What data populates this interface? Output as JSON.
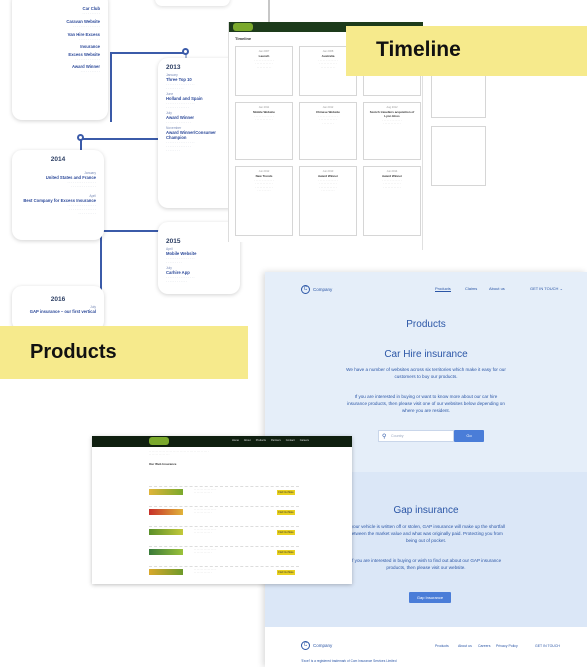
{
  "labels": {
    "timeline": "Timeline",
    "products": "Products"
  },
  "timeline_collage": {
    "card_top": {
      "items": [
        {
          "title": "Car Club"
        },
        {
          "title": "Caravan Website"
        },
        {
          "title": "Van Hire Excess"
        },
        {
          "title": "Insurance"
        },
        {
          "title": "Excess Website"
        },
        {
          "title": "Award Winner"
        }
      ]
    },
    "year_2013": {
      "year": "2013",
      "items": [
        {
          "date": "January",
          "title": "Three Top 10"
        },
        {
          "date": "June",
          "title": "Holland and Spain"
        },
        {
          "date": "July",
          "title": "Award Winner"
        },
        {
          "date": "November",
          "title": "Award Winner/Consumer Champion"
        }
      ]
    },
    "year_2014": {
      "year": "2014",
      "items": [
        {
          "date": "January",
          "title": "United States and France"
        },
        {
          "date": "April",
          "title": "Best Company for Excess Insurance"
        }
      ]
    },
    "year_2015": {
      "year": "2015",
      "items": [
        {
          "date": "April",
          "title": "Mobile Website"
        },
        {
          "date": "July",
          "title": "Carhire App"
        }
      ]
    },
    "year_2016": {
      "year": "2016",
      "items": [
        {
          "date": "July",
          "title": "GAP insurance – our first vertical"
        }
      ]
    }
  },
  "timeline_grid": {
    "heading": "Timeline",
    "cells": [
      {
        "date": "Jan 2007",
        "title": "Launch"
      },
      {
        "date": "Jan 2008",
        "title": "Australia"
      },
      {
        "date": "",
        "title": ""
      },
      {
        "date": "Jan 2011",
        "title": "Mobile Website"
      },
      {
        "date": "Jan 2012",
        "title": "Chinese Website"
      },
      {
        "date": "Aug 2012",
        "title": "Scotch travellers acquisition of Lyon Hires"
      },
      {
        "date": "Jun 2012",
        "title": "New Trends"
      },
      {
        "date": "Jun 2013",
        "title": "Award Winner"
      },
      {
        "date": "Jun 2014",
        "title": "Award Winner"
      }
    ]
  },
  "product_page": {
    "brand": "Company",
    "nav": [
      "Products",
      "Claims",
      "About us"
    ],
    "cta": "GET IN TOUCH",
    "heading": "Products",
    "car_hire": {
      "title": "Car Hire insurance",
      "lead": "We have a number of websites across six territories which make it easy for our customers to buy our products.",
      "body": "If you are interested in buying or want to know more about our car hire insurance products, then please visit one of our websites below depending on where you are resident.",
      "select_placeholder": "Country",
      "go_label": "Go"
    },
    "gap": {
      "title": "Gap insurance",
      "lead": "If your vehicle is written off or stolen, GAP insurance will make up the shortfall between the market value and what was originally paid. Protecting you from being out of pocket.",
      "body": "If you are interested in buying or wish to find out about our GAP insurance products, then please visit our website.",
      "button": "Gap Insurance"
    },
    "footer": {
      "brand": "Company",
      "links": [
        "Products",
        "About us",
        "Careers",
        "Privacy Policy"
      ],
      "cta": "GET IN TOUCH",
      "legal": "'Excel' is a registered trademark of Com Insurance Services Limited"
    }
  },
  "legacy_page": {
    "nav": [
      "Home",
      "About",
      "Products",
      "Partners",
      "Contact",
      "Careers"
    ],
    "section_title": "Our Web Insurance",
    "rows": [
      {
        "button": "Find Out More"
      },
      {
        "button": "Find Out More"
      },
      {
        "button": "Find Out More"
      },
      {
        "button": "Find Out More"
      },
      {
        "button": "Find Out More"
      }
    ]
  },
  "colors": {
    "accent": "#2b56a6",
    "label_band": "#f6ea8c",
    "button": "#4a7dd8",
    "legacy_bar": "#0f1f0f"
  }
}
